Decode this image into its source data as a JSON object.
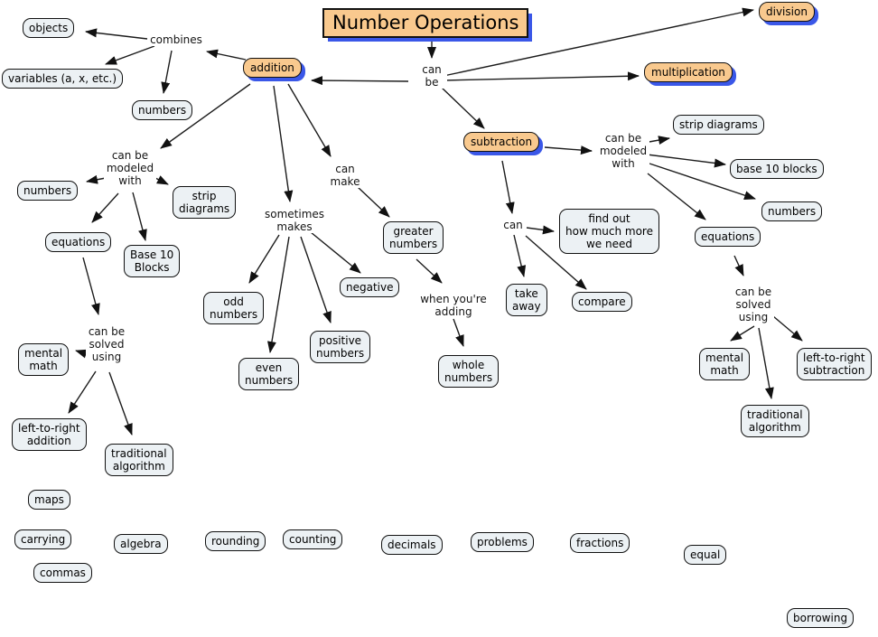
{
  "title": "Number Operations",
  "colors": {
    "operation_fill": "#F9C98E",
    "operation_shadow": "#3A57E8",
    "concept_fill": "#ECF1F4",
    "border": "#111111",
    "background": "#FFFFFF"
  },
  "nodes": {
    "title": {
      "label": "Number Operations",
      "type": "title"
    },
    "addition": {
      "label": "addition",
      "type": "operation"
    },
    "subtraction": {
      "label": "subtraction",
      "type": "operation"
    },
    "multiplication": {
      "label": "multiplication",
      "type": "operation"
    },
    "division": {
      "label": "division",
      "type": "operation"
    },
    "objects": {
      "label": "objects",
      "type": "concept"
    },
    "variables": {
      "label": "variables (a, x, etc.)",
      "type": "concept"
    },
    "numbers_top": {
      "label": "numbers",
      "type": "concept"
    },
    "numbers_left": {
      "label": "numbers",
      "type": "concept"
    },
    "strip_diagrams_left": {
      "label": "strip\ndiagrams",
      "type": "concept"
    },
    "equations_left": {
      "label": "equations",
      "type": "concept"
    },
    "base10_left": {
      "label": "Base 10\nBlocks",
      "type": "concept"
    },
    "mental_math_left": {
      "label": "mental\nmath",
      "type": "concept"
    },
    "ltr_addition": {
      "label": "left-to-right\naddition",
      "type": "concept"
    },
    "trad_algorithm_left": {
      "label": "traditional\nalgorithm",
      "type": "concept"
    },
    "odd_numbers": {
      "label": "odd\nnumbers",
      "type": "concept"
    },
    "even_numbers": {
      "label": "even\nnumbers",
      "type": "concept"
    },
    "positive_numbers": {
      "label": "positive\nnumbers",
      "type": "concept"
    },
    "negative": {
      "label": "negative",
      "type": "concept"
    },
    "greater_numbers": {
      "label": "greater\nnumbers",
      "type": "concept"
    },
    "whole_numbers": {
      "label": "whole\nnumbers",
      "type": "concept"
    },
    "take_away": {
      "label": "take\naway",
      "type": "concept"
    },
    "find_out": {
      "label": "find out\nhow much more\nwe need",
      "type": "concept"
    },
    "compare": {
      "label": "compare",
      "type": "concept"
    },
    "strip_diagrams_right": {
      "label": "strip diagrams",
      "type": "concept"
    },
    "base10_right": {
      "label": "base 10 blocks",
      "type": "concept"
    },
    "numbers_right": {
      "label": "numbers",
      "type": "concept"
    },
    "equations_right": {
      "label": "equations",
      "type": "concept"
    },
    "mental_math_right": {
      "label": "mental\nmath",
      "type": "concept"
    },
    "ltr_subtraction": {
      "label": "left-to-right\nsubtraction",
      "type": "concept"
    },
    "trad_algorithm_right": {
      "label": "traditional\nalgorithm",
      "type": "concept"
    },
    "maps": {
      "label": "maps",
      "type": "concept"
    },
    "carrying": {
      "label": "carrying",
      "type": "concept"
    },
    "commas": {
      "label": "commas",
      "type": "concept"
    },
    "algebra": {
      "label": "algebra",
      "type": "concept"
    },
    "rounding": {
      "label": "rounding",
      "type": "concept"
    },
    "counting": {
      "label": "counting",
      "type": "concept"
    },
    "decimals": {
      "label": "decimals",
      "type": "concept"
    },
    "problems": {
      "label": "problems",
      "type": "concept"
    },
    "fractions": {
      "label": "fractions",
      "type": "concept"
    },
    "equal": {
      "label": "equal",
      "type": "concept"
    },
    "borrowing": {
      "label": "borrowing",
      "type": "concept"
    }
  },
  "link_labels": {
    "combines": "combines",
    "can_be_top": "can\nbe",
    "cbmw_left": "can be\nmodeled\nwith",
    "can_make": "can\nmake",
    "sometimes_makes": "sometimes\nmakes",
    "cbsu_left": "can be\nsolved\nusing",
    "when_youre_adding": "when you're\nadding",
    "can_sub": "can",
    "cbmw_right": "can be\nmodeled\nwith",
    "cbsu_right": "can be\nsolved\nusing"
  },
  "edges": [
    {
      "from": "title",
      "via": "can_be_top",
      "to": "addition"
    },
    {
      "from": "title",
      "via": "can_be_top",
      "to": "subtraction"
    },
    {
      "from": "title",
      "via": "can_be_top",
      "to": "multiplication"
    },
    {
      "from": "title",
      "via": "can_be_top",
      "to": "division"
    },
    {
      "from": "addition",
      "via": "combines",
      "to": "objects"
    },
    {
      "from": "addition",
      "via": "combines",
      "to": "variables"
    },
    {
      "from": "addition",
      "via": "combines",
      "to": "numbers_top"
    },
    {
      "from": "addition",
      "via": "cbmw_left",
      "to": "numbers_left"
    },
    {
      "from": "addition",
      "via": "cbmw_left",
      "to": "equations_left"
    },
    {
      "from": "addition",
      "via": "cbmw_left",
      "to": "strip_diagrams_left"
    },
    {
      "from": "addition",
      "via": "cbmw_left",
      "to": "base10_left"
    },
    {
      "from": "equations_left",
      "via": "cbsu_left",
      "to": "mental_math_left"
    },
    {
      "from": "equations_left",
      "via": "cbsu_left",
      "to": "ltr_addition"
    },
    {
      "from": "equations_left",
      "via": "cbsu_left",
      "to": "trad_algorithm_left"
    },
    {
      "from": "addition",
      "via": "sometimes_makes",
      "to": "odd_numbers"
    },
    {
      "from": "addition",
      "via": "sometimes_makes",
      "to": "even_numbers"
    },
    {
      "from": "addition",
      "via": "sometimes_makes",
      "to": "positive_numbers"
    },
    {
      "from": "addition",
      "via": "sometimes_makes",
      "to": "negative"
    },
    {
      "from": "addition",
      "via": "can_make",
      "to": "greater_numbers"
    },
    {
      "from": "greater_numbers",
      "via": "when_youre_adding",
      "to": "whole_numbers"
    },
    {
      "from": "subtraction",
      "via": "can_sub",
      "to": "take_away"
    },
    {
      "from": "subtraction",
      "via": "can_sub",
      "to": "compare"
    },
    {
      "from": "subtraction",
      "via": "can_sub",
      "to": "find_out"
    },
    {
      "from": "subtraction",
      "via": "cbmw_right",
      "to": "strip_diagrams_right"
    },
    {
      "from": "subtraction",
      "via": "cbmw_right",
      "to": "base10_right"
    },
    {
      "from": "subtraction",
      "via": "cbmw_right",
      "to": "numbers_right"
    },
    {
      "from": "subtraction",
      "via": "cbmw_right",
      "to": "equations_right"
    },
    {
      "from": "equations_right",
      "via": "cbsu_right",
      "to": "mental_math_right"
    },
    {
      "from": "equations_right",
      "via": "cbsu_right",
      "to": "ltr_subtraction"
    },
    {
      "from": "equations_right",
      "via": "cbsu_right",
      "to": "trad_algorithm_right"
    }
  ]
}
